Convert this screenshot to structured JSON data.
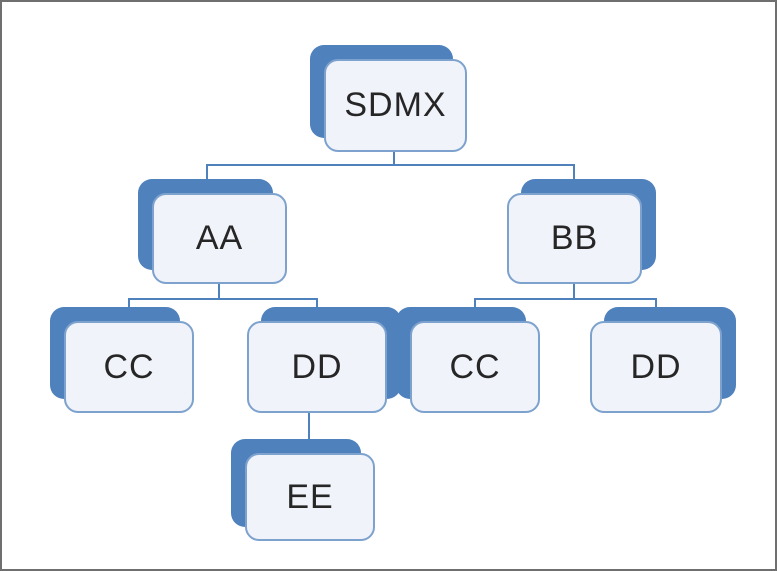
{
  "diagram": {
    "type": "hierarchy",
    "title": "",
    "nodes": {
      "sdmx": {
        "label": "SDMX"
      },
      "aa": {
        "label": "AA"
      },
      "bb": {
        "label": "BB"
      },
      "cc1": {
        "label": "CC"
      },
      "dd1": {
        "label": "DD"
      },
      "cc2": {
        "label": "CC"
      },
      "dd2": {
        "label": "DD"
      },
      "ee": {
        "label": "EE"
      }
    },
    "tree": {
      "label": "SDMX",
      "children": [
        {
          "label": "AA",
          "children": [
            {
              "label": "CC"
            },
            {
              "label": "DD",
              "children": [
                {
                  "label": "EE"
                }
              ]
            }
          ]
        },
        {
          "label": "BB",
          "children": [
            {
              "label": "CC"
            },
            {
              "label": "DD"
            }
          ]
        }
      ]
    },
    "colors": {
      "shadow": "#4f81bd",
      "face": "#f0f3fa",
      "border": "#7da2ce",
      "connector": "#4f81bd",
      "text": "#262626"
    }
  }
}
